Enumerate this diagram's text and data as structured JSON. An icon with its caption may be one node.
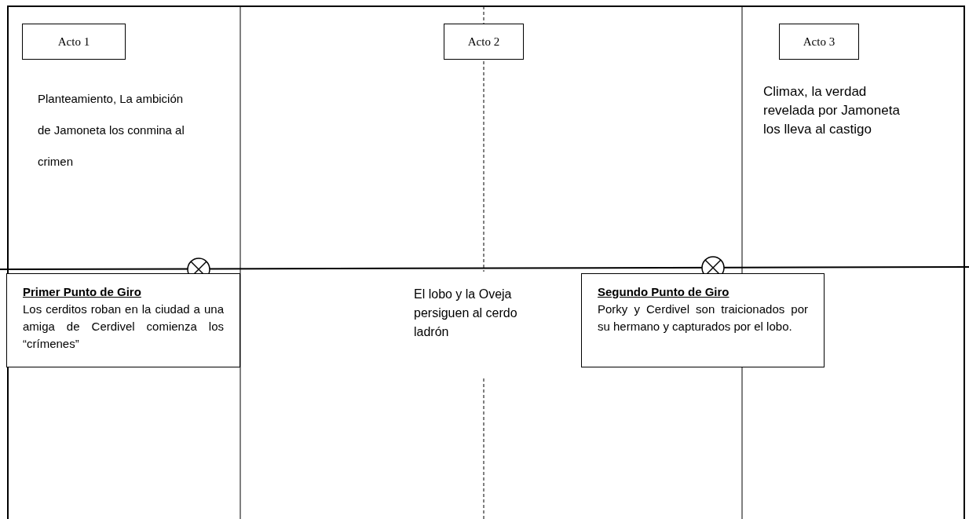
{
  "diagram": {
    "nodes": [
      {
        "text": [
          "Acto 1"
        ]
      },
      {
        "text": [
          "Acto 2"
        ]
      },
      {
        "text": [
          "Acto 3"
        ]
      },
      {
        "text": [
          "Primer Punto de Giro",
          "Los cerditos roban en la ciudad a una amiga de Cerdivel comienza los “crímenes”"
        ]
      },
      {
        "text": [
          "Segundo Punto de Giro",
          "Porky y Cerdivel son traicionados por su hermano y capturados por el lobo."
        ]
      }
    ],
    "edges": [],
    "labels": [
      "Planteamiento, La ambición de Jamoneta los conmina al crimen",
      "Climax, la verdad revelada por Jamoneta los lleva al castigo",
      "El lobo y la Oveja persiguen al cerdo ladrón"
    ]
  }
}
